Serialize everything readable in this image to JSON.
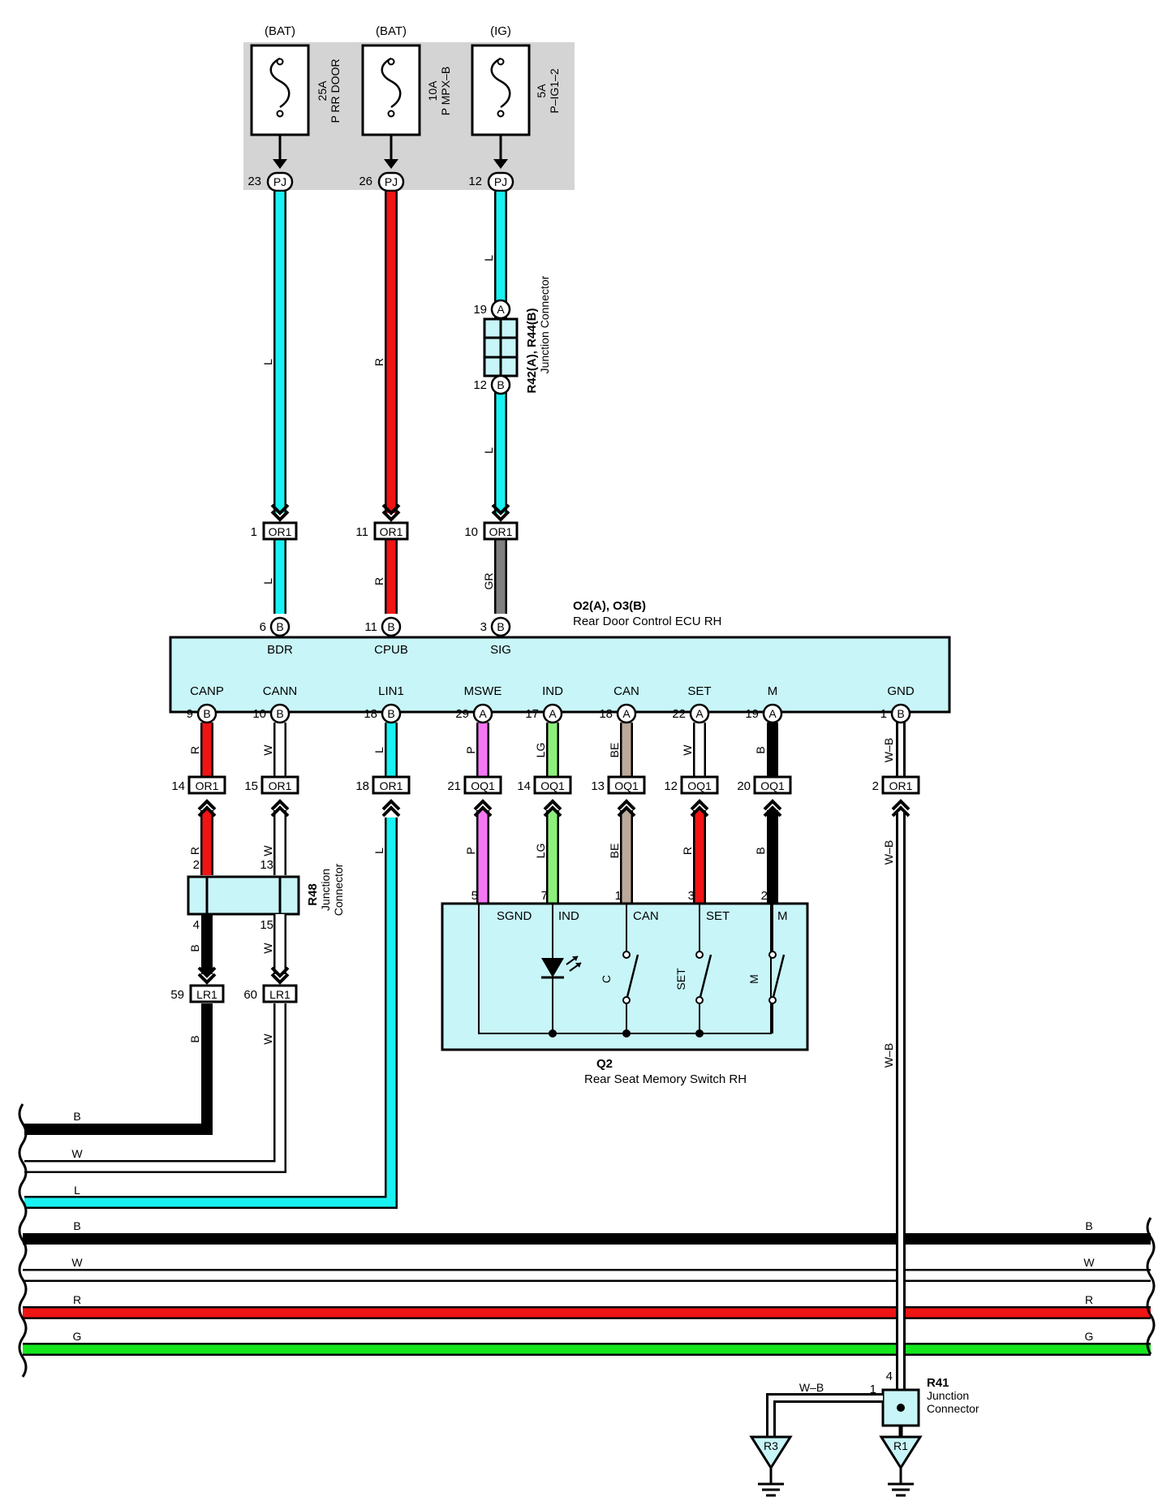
{
  "fuses": [
    {
      "source": "(BAT)",
      "rating": "25A",
      "name": "P RR DOOR",
      "pin": "23",
      "conn": "PJ",
      "wire": "L",
      "color": "#19f2f2"
    },
    {
      "source": "(BAT)",
      "rating": "10A",
      "name": "P MPX–B",
      "pin": "26",
      "conn": "PJ",
      "wire": "R",
      "color": "#f01414"
    },
    {
      "source": "(IG)",
      "rating": "5A",
      "name": "P–IG1–2",
      "pin": "12",
      "conn": "PJ",
      "wire": "L",
      "color": "#19f2f2"
    }
  ],
  "junction_r42": {
    "label": "R42(A), R44(B)",
    "desc": "Junction Connector",
    "pin_top": "19",
    "top_tag": "A",
    "pin_bottom": "12",
    "bottom_tag": "B"
  },
  "or1_top": [
    {
      "pin": "1",
      "conn": "OR1",
      "wire_below": "L"
    },
    {
      "pin": "11",
      "conn": "OR1",
      "wire_below": "R"
    },
    {
      "pin": "10",
      "conn": "OR1",
      "wire_below": "GR"
    }
  ],
  "ecu": {
    "id": "O2(A), O3(B)",
    "name": "Rear Door Control ECU RH",
    "top_pins": [
      {
        "pin": "6",
        "tag": "B",
        "name": "BDR"
      },
      {
        "pin": "11",
        "tag": "B",
        "name": "CPUB"
      },
      {
        "pin": "3",
        "tag": "B",
        "name": "SIG"
      }
    ],
    "bottom_pins": [
      {
        "pin": "9",
        "tag": "B",
        "name": "CANP",
        "wire": "R"
      },
      {
        "pin": "10",
        "tag": "B",
        "name": "CANN",
        "wire": "W"
      },
      {
        "pin": "18",
        "tag": "B",
        "name": "LIN1",
        "wire": "L"
      },
      {
        "pin": "29",
        "tag": "A",
        "name": "MSWE",
        "wire": "P"
      },
      {
        "pin": "17",
        "tag": "A",
        "name": "IND",
        "wire": "LG"
      },
      {
        "pin": "18",
        "tag": "A",
        "name": "CAN",
        "wire": "BE"
      },
      {
        "pin": "22",
        "tag": "A",
        "name": "SET",
        "wire": "W"
      },
      {
        "pin": "19",
        "tag": "A",
        "name": "M",
        "wire": "B"
      },
      {
        "pin": "1",
        "tag": "B",
        "name": "GND",
        "wire": "W–B"
      }
    ]
  },
  "mid_connectors": [
    {
      "pin": "14",
      "conn": "OR1",
      "wire_below": "R"
    },
    {
      "pin": "15",
      "conn": "OR1",
      "wire_below": "W"
    },
    {
      "pin": "18",
      "conn": "OR1",
      "wire_below": "L"
    },
    {
      "pin": "21",
      "conn": "OQ1",
      "wire_below": "P"
    },
    {
      "pin": "14",
      "conn": "OQ1",
      "wire_below": "LG"
    },
    {
      "pin": "13",
      "conn": "OQ1",
      "wire_below": "BE"
    },
    {
      "pin": "12",
      "conn": "OQ1",
      "wire_below": "R"
    },
    {
      "pin": "20",
      "conn": "OQ1",
      "wire_below": "B"
    },
    {
      "pin": "2",
      "conn": "OR1",
      "wire_below": "W–B"
    }
  ],
  "r48": {
    "id": "R48",
    "desc1": "Junction",
    "desc2": "Connector",
    "pins_in": [
      "2",
      "13"
    ],
    "pins_out": [
      "4",
      "15"
    ],
    "wire_out": [
      "B",
      "W"
    ]
  },
  "lr1": [
    {
      "pin": "59",
      "conn": "LR1",
      "wire_below": "B"
    },
    {
      "pin": "60",
      "conn": "LR1",
      "wire_below": "W"
    }
  ],
  "switch": {
    "id": "Q2",
    "name": "Rear Seat Memory Switch RH",
    "pins": [
      "5",
      "7",
      "1",
      "3",
      "2"
    ],
    "terminals": [
      "SGND",
      "IND",
      "CAN",
      "SET",
      "M"
    ],
    "switch_labels": [
      "C",
      "SET",
      "M"
    ]
  },
  "bus_left": [
    "B",
    "W",
    "L"
  ],
  "bus_main": [
    {
      "label": "B",
      "color": "#000000"
    },
    {
      "label": "W",
      "color": "#ffffff"
    },
    {
      "label": "R",
      "color": "#f01414"
    },
    {
      "label": "G",
      "color": "#14e61e"
    }
  ],
  "r41": {
    "id": "R41",
    "desc1": "Junction",
    "desc2": "Connector",
    "pin_top": "4",
    "pin_left": "1",
    "wire": "W–B"
  },
  "grounds": [
    "R3",
    "R1"
  ],
  "colors": {
    "L": "#19f2f2",
    "R": "#f01414",
    "GR": "#808080",
    "P": "#f478f4",
    "LG": "#8cf07c",
    "BE": "#bba99a",
    "B": "#000000",
    "G": "#14e61e",
    "ecu_fill": "#c8f5f8",
    "fuse_bg": "#d4d4d4"
  }
}
